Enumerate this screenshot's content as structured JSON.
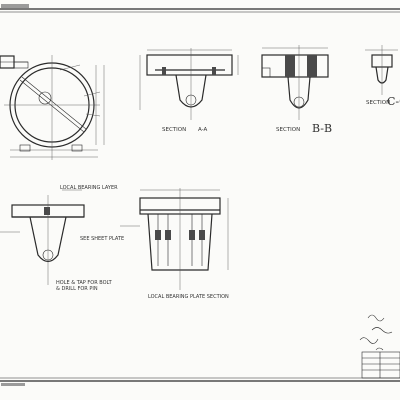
{
  "sheet": {
    "header_text": "",
    "footer_text": ""
  },
  "views": {
    "section_a": {
      "caption_prefix": "SECTION",
      "caption_letter": "A-A"
    },
    "section_b": {
      "caption_prefix": "SECTION",
      "caption_letter": "B-B"
    },
    "section_c": {
      "caption_prefix": "SECTION",
      "caption_letter": "C-C"
    }
  },
  "annotations": {
    "front_left": "LOCAL BEARING LAYER",
    "front_left_note": "SEE SHEET PLATE",
    "front_left_bottom_1": "HOLE & TAP FOR BOLT",
    "front_left_bottom_2": "& DRILL FOR PIN",
    "front_right_bottom": "LOCAL BEARING PLATE SECTION"
  }
}
